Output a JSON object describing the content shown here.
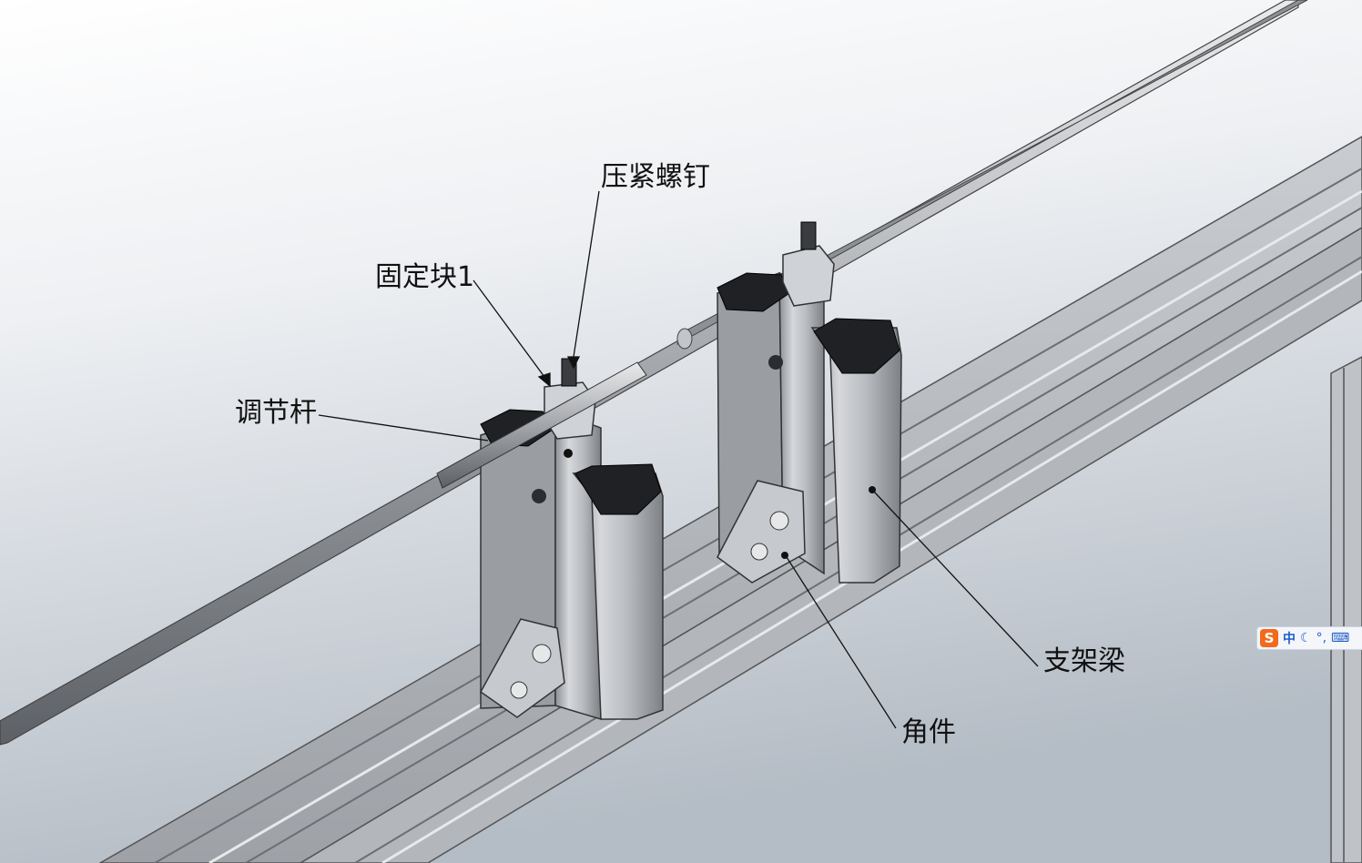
{
  "labels": {
    "screw": "压紧螺钉",
    "fixed_block": "固定块1",
    "adjust_rod": "调节杆",
    "support_beam": "支架梁",
    "corner_piece": "角件"
  },
  "ime": {
    "logo": "S",
    "mode": "中",
    "moon": "☾",
    "punct": "°,",
    "keyboard": "⌨"
  },
  "colors": {
    "background_top": "#ffffff",
    "background_bottom": "#b9c1c9",
    "aluminum_light": "#dcdee1",
    "aluminum_mid": "#a8abb0",
    "aluminum_dark": "#6e7277",
    "end_cap": "#2a2c2f",
    "leader_line": "#111111"
  }
}
